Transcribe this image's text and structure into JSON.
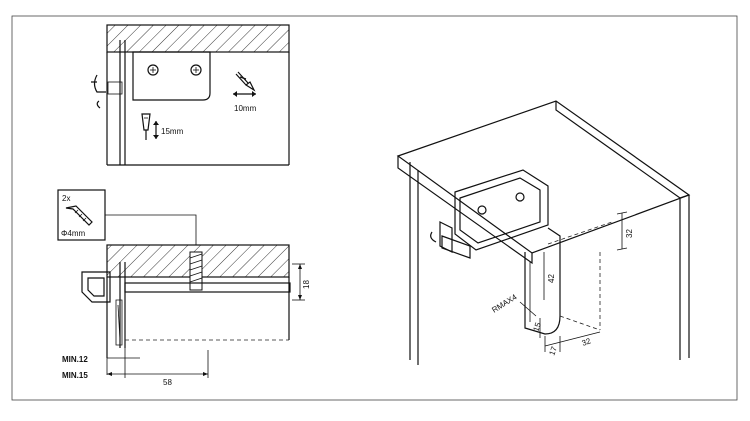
{
  "diagram": {
    "top_view": {
      "depth_adjust": "15mm",
      "lateral_adjust": "10mm"
    },
    "section_view": {
      "screw_count": "2x",
      "screw_diameter": "Φ4mm",
      "dim_thickness": "18",
      "min_12": "MIN.12",
      "min_15": "MIN.15",
      "dim_58": "58"
    },
    "iso_view": {
      "dim_32_top": "32",
      "dim_42": "42",
      "rmax": "RMAX4",
      "dim_15": "15",
      "dim_17": "17",
      "dim_32_bottom": "32"
    }
  }
}
